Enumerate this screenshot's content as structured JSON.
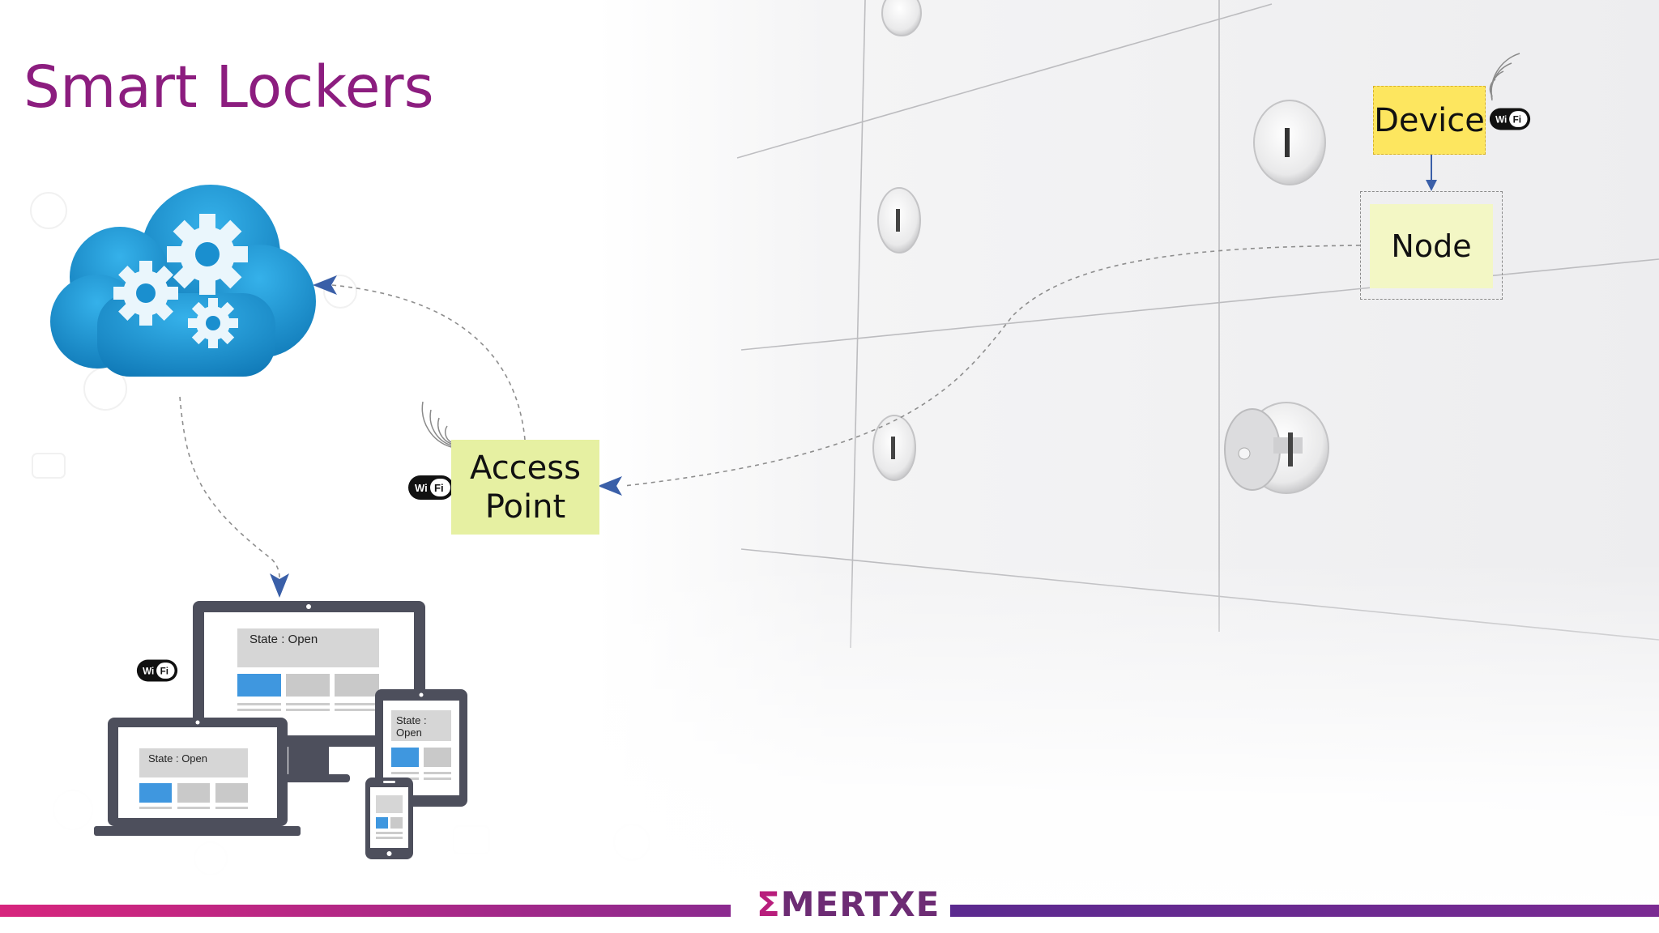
{
  "slide": {
    "title": "Smart Lockers"
  },
  "nodes": {
    "access_point": {
      "line1": "Access",
      "line2": "Point"
    },
    "device": {
      "label": "Device"
    },
    "node": {
      "label": "Node"
    }
  },
  "wifi_label": "Wi Fi",
  "devices": {
    "monitor_state": "State  : Open",
    "laptop_state": "State  : Open",
    "tablet_state_line1": "State  :",
    "tablet_state_line2": "Open"
  },
  "logo": {
    "sigma": "Σ",
    "text": "MERTXE"
  },
  "colors": {
    "title": "#8c1d7f",
    "access_point_fill": "#e6f0a2",
    "device_fill": "#fde65f",
    "node_fill": "#f3f7c5",
    "cloud": "#1f9bd7",
    "arrow": "#3a5fa8",
    "footer_left": "#d7257d",
    "footer_right": "#6b2a8f"
  },
  "icons": [
    "cloud-gears-icon",
    "wifi-icon",
    "monitor-icon",
    "laptop-icon",
    "tablet-icon",
    "phone-icon",
    "locker-lock-icon",
    "key-icon"
  ]
}
